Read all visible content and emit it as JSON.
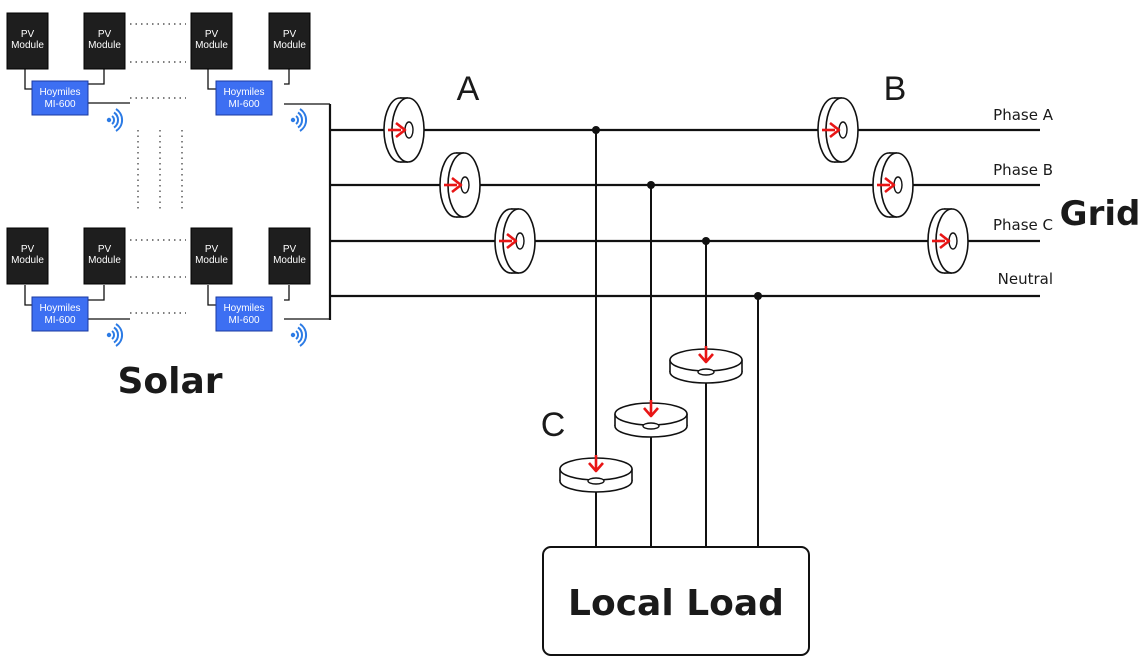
{
  "module_label": [
    "PV",
    "Module"
  ],
  "inverter_label": [
    "Hoymiles",
    "MI-600"
  ],
  "section_labels": {
    "solar": "Solar",
    "grid": "Grid",
    "load": "Local Load"
  },
  "ct_labels": {
    "a": "A",
    "b": "B",
    "c": "C"
  },
  "lines": {
    "phase_a": "Phase A",
    "phase_b": "Phase B",
    "phase_c": "Phase C",
    "neutral": "Neutral"
  },
  "colors": {
    "module": "#1e1e1e",
    "inverter": "#3d6ff2",
    "wire": "#111111",
    "arrow": "#e81515",
    "wifi": "#2c7be5"
  },
  "icons": {
    "wireless": "wifi-signal-icon",
    "current_direction": "arrow-icon"
  }
}
